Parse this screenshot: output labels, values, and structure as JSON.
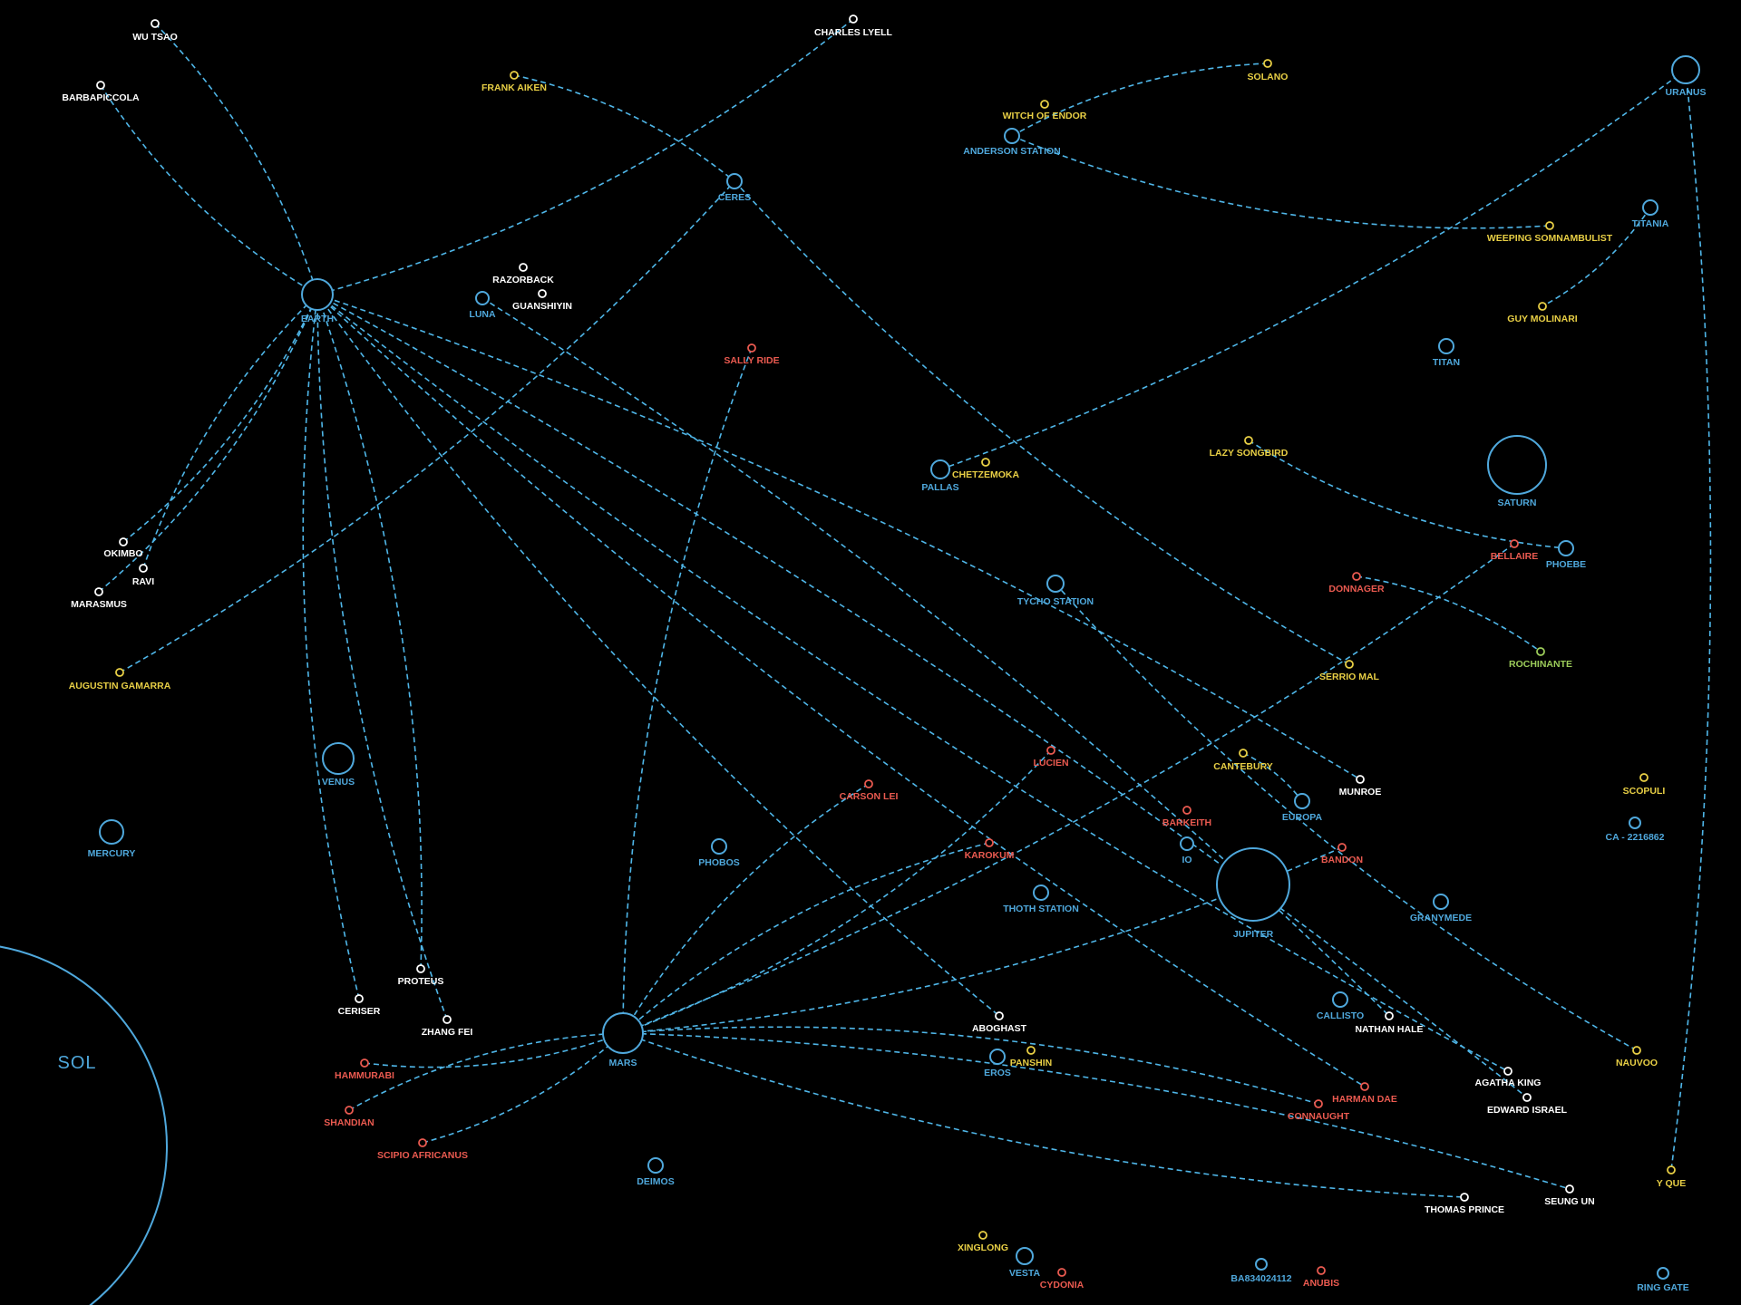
{
  "title": "",
  "colors": {
    "background": "#000000",
    "body": "#4fa8dc",
    "route": "#4fb6e8",
    "ship": "#ffffff",
    "yellow": "#e8cf45",
    "red": "#ea5a50",
    "green": "#9ccc5a"
  },
  "sun": {
    "name": "SOL"
  },
  "nodes": [
    {
      "id": "earth",
      "name": "EARTH",
      "kind": "body"
    },
    {
      "id": "luna",
      "name": "LUNA",
      "kind": "body"
    },
    {
      "id": "venus",
      "name": "VENUS",
      "kind": "body"
    },
    {
      "id": "mercury",
      "name": "MERCURY",
      "kind": "body"
    },
    {
      "id": "mars",
      "name": "MARS",
      "kind": "body"
    },
    {
      "id": "phobos",
      "name": "PHOBOS",
      "kind": "body"
    },
    {
      "id": "deimos",
      "name": "DEIMOS",
      "kind": "body"
    },
    {
      "id": "ceres",
      "name": "CERES",
      "kind": "body"
    },
    {
      "id": "pallas",
      "name": "PALLAS",
      "kind": "body"
    },
    {
      "id": "vesta",
      "name": "VESTA",
      "kind": "body"
    },
    {
      "id": "eros",
      "name": "EROS",
      "kind": "body"
    },
    {
      "id": "anderson",
      "name": "ANDERSON STATION",
      "kind": "body"
    },
    {
      "id": "tycho",
      "name": "TYCHO STATION",
      "kind": "body"
    },
    {
      "id": "thoth",
      "name": "THOTH STATION",
      "kind": "body"
    },
    {
      "id": "jupiter",
      "name": "JUPITER",
      "kind": "body"
    },
    {
      "id": "io",
      "name": "IO",
      "kind": "body"
    },
    {
      "id": "europa",
      "name": "EUROPA",
      "kind": "body"
    },
    {
      "id": "callisto",
      "name": "CALLISTO",
      "kind": "body"
    },
    {
      "id": "granymede",
      "name": "GRANYMEDE",
      "kind": "body"
    },
    {
      "id": "saturn",
      "name": "SATURN",
      "kind": "body"
    },
    {
      "id": "titan",
      "name": "TITAN",
      "kind": "body"
    },
    {
      "id": "phoebe",
      "name": "PHOEBE",
      "kind": "body"
    },
    {
      "id": "uranus",
      "name": "URANUS",
      "kind": "body"
    },
    {
      "id": "titania",
      "name": "TITANIA",
      "kind": "body"
    },
    {
      "id": "ca2216862",
      "name": "CA - 2216862",
      "kind": "body"
    },
    {
      "id": "ba834",
      "name": "BA834024112",
      "kind": "body"
    },
    {
      "id": "ringgate",
      "name": "RING GATE",
      "kind": "body"
    },
    {
      "id": "wutsao",
      "name": "WU TSAO",
      "kind": "ship"
    },
    {
      "id": "barbapiccola",
      "name": "BARBAPICCOLA",
      "kind": "ship"
    },
    {
      "id": "charleslyell",
      "name": "CHARLES LYELL",
      "kind": "ship"
    },
    {
      "id": "razorback",
      "name": "RAZORBACK",
      "kind": "ship"
    },
    {
      "id": "guanshiyin",
      "name": "GUANSHIYIN",
      "kind": "ship"
    },
    {
      "id": "okimbo",
      "name": "OKIMBO",
      "kind": "ship"
    },
    {
      "id": "ravi",
      "name": "RAVI",
      "kind": "ship"
    },
    {
      "id": "marasmus",
      "name": "MARASMUS",
      "kind": "ship"
    },
    {
      "id": "ceriser",
      "name": "CERISER",
      "kind": "ship"
    },
    {
      "id": "proteus",
      "name": "PROTEUS",
      "kind": "ship"
    },
    {
      "id": "zhangfei",
      "name": "ZHANG FEI",
      "kind": "ship"
    },
    {
      "id": "aboghast",
      "name": "ABOGHAST",
      "kind": "ship"
    },
    {
      "id": "munroe",
      "name": "MUNROE",
      "kind": "ship"
    },
    {
      "id": "nathanhale",
      "name": "NATHAN HALE",
      "kind": "ship"
    },
    {
      "id": "agathaking",
      "name": "AGATHA KING",
      "kind": "ship"
    },
    {
      "id": "edwardisrael",
      "name": "EDWARD ISRAEL",
      "kind": "ship"
    },
    {
      "id": "seungun",
      "name": "SEUNG UN",
      "kind": "ship"
    },
    {
      "id": "thomasprince",
      "name": "THOMAS PRINCE",
      "kind": "ship"
    },
    {
      "id": "frankaiken",
      "name": "FRANK AIKEN",
      "kind": "yellow"
    },
    {
      "id": "witchofendor",
      "name": "WITCH OF ENDOR",
      "kind": "yellow"
    },
    {
      "id": "solano",
      "name": "SOLANO",
      "kind": "yellow"
    },
    {
      "id": "weeping",
      "name": "WEEPING SOMNAMBULIST",
      "kind": "yellow"
    },
    {
      "id": "guymolinari",
      "name": "GUY MOLINARI",
      "kind": "yellow"
    },
    {
      "id": "chetzemoka",
      "name": "CHETZEMOKA",
      "kind": "yellow"
    },
    {
      "id": "lazysongbird",
      "name": "LAZY SONGBIRD",
      "kind": "yellow"
    },
    {
      "id": "augustin",
      "name": "AUGUSTIN GAMARRA",
      "kind": "yellow"
    },
    {
      "id": "serriomal",
      "name": "SERRIO MAL",
      "kind": "yellow"
    },
    {
      "id": "cantebury",
      "name": "CANTEBURY",
      "kind": "yellow"
    },
    {
      "id": "scopuli",
      "name": "SCOPULI",
      "kind": "yellow"
    },
    {
      "id": "panshin",
      "name": "PANSHIN",
      "kind": "yellow"
    },
    {
      "id": "nauvoo",
      "name": "NAUVOO",
      "kind": "yellow"
    },
    {
      "id": "yque",
      "name": "Y QUE",
      "kind": "yellow"
    },
    {
      "id": "xinglong",
      "name": "XINGLONG",
      "kind": "yellow"
    },
    {
      "id": "sallyride",
      "name": "SALLY RIDE",
      "kind": "red"
    },
    {
      "id": "bellaire",
      "name": "BELLAIRE",
      "kind": "red"
    },
    {
      "id": "donnager",
      "name": "DONNAGER",
      "kind": "red"
    },
    {
      "id": "lucien",
      "name": "LUCIEN",
      "kind": "red"
    },
    {
      "id": "carsonlei",
      "name": "CARSON LEI",
      "kind": "red"
    },
    {
      "id": "karokum",
      "name": "KAROKUM",
      "kind": "red"
    },
    {
      "id": "barkeith",
      "name": "BARKEITH",
      "kind": "red"
    },
    {
      "id": "bandon",
      "name": "BANDON",
      "kind": "red"
    },
    {
      "id": "hammurabi",
      "name": "HAMMURABI",
      "kind": "red"
    },
    {
      "id": "shandian",
      "name": "SHANDIAN",
      "kind": "red"
    },
    {
      "id": "scipio",
      "name": "SCIPIO AFRICANUS",
      "kind": "red"
    },
    {
      "id": "harmandae",
      "name": "HARMAN DAE",
      "kind": "red"
    },
    {
      "id": "connaught",
      "name": "CONNAUGHT",
      "kind": "red"
    },
    {
      "id": "cydonia",
      "name": "CYDONIA",
      "kind": "red"
    },
    {
      "id": "anubis",
      "name": "ANUBIS",
      "kind": "red"
    },
    {
      "id": "rochinante",
      "name": "ROCHINANTE",
      "kind": "green"
    }
  ],
  "routes": [
    [
      "wutsao",
      "earth"
    ],
    [
      "barbapiccola",
      "earth"
    ],
    [
      "charleslyell",
      "earth"
    ],
    [
      "okimbo",
      "earth"
    ],
    [
      "ravi",
      "earth"
    ],
    [
      "marasmus",
      "earth"
    ],
    [
      "ceriser",
      "earth"
    ],
    [
      "proteus",
      "earth"
    ],
    [
      "zhangfei",
      "earth"
    ],
    [
      "earth",
      "aboghast"
    ],
    [
      "earth",
      "munroe"
    ],
    [
      "earth",
      "agathaking"
    ],
    [
      "earth",
      "edwardisrael"
    ],
    [
      "earth",
      "harmandae"
    ],
    [
      "luna",
      "nathanhale"
    ],
    [
      "augustin",
      "ceres"
    ],
    [
      "frankaiken",
      "ceres"
    ],
    [
      "ceres",
      "serriomal"
    ],
    [
      "anderson",
      "solano"
    ],
    [
      "anderson",
      "weeping"
    ],
    [
      "titania",
      "guymolinari"
    ],
    [
      "pallas",
      "uranus"
    ],
    [
      "uranus",
      "yque"
    ],
    [
      "lazysongbird",
      "phoebe"
    ],
    [
      "donnager",
      "rochinante"
    ],
    [
      "tycho",
      "nauvoo"
    ],
    [
      "cantebury",
      "europa"
    ],
    [
      "sallyride",
      "mars"
    ],
    [
      "bellaire",
      "mars"
    ],
    [
      "carsonlei",
      "mars"
    ],
    [
      "lucien",
      "mars"
    ],
    [
      "karokum",
      "mars"
    ],
    [
      "bandon",
      "mars"
    ],
    [
      "hammurabi",
      "mars"
    ],
    [
      "shandian",
      "mars"
    ],
    [
      "scipio",
      "mars"
    ],
    [
      "mars",
      "seungun"
    ],
    [
      "mars",
      "thomasprince"
    ],
    [
      "mars",
      "connaught"
    ]
  ]
}
